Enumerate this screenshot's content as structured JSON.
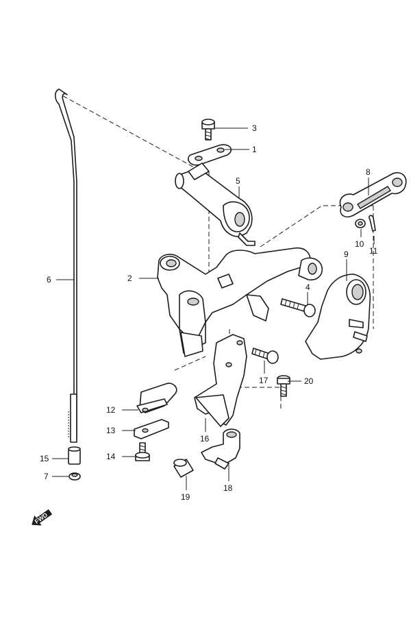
{
  "callouts": [
    {
      "id": "1",
      "label": "1"
    },
    {
      "id": "2",
      "label": "2"
    },
    {
      "id": "3",
      "label": "3"
    },
    {
      "id": "4",
      "label": "4"
    },
    {
      "id": "5",
      "label": "5"
    },
    {
      "id": "6",
      "label": "6"
    },
    {
      "id": "7",
      "label": "7"
    },
    {
      "id": "8",
      "label": "8"
    },
    {
      "id": "9",
      "label": "9"
    },
    {
      "id": "10",
      "label": "10"
    },
    {
      "id": "11",
      "label": "11"
    },
    {
      "id": "12",
      "label": "12"
    },
    {
      "id": "13",
      "label": "13"
    },
    {
      "id": "14",
      "label": "14"
    },
    {
      "id": "15",
      "label": "15"
    },
    {
      "id": "16",
      "label": "16"
    },
    {
      "id": "17",
      "label": "17"
    },
    {
      "id": "18",
      "label": "18"
    },
    {
      "id": "19",
      "label": "19"
    },
    {
      "id": "20",
      "label": "20"
    }
  ],
  "direction_marker": {
    "label": "FWD",
    "icon": "fwd-arrow-icon"
  }
}
